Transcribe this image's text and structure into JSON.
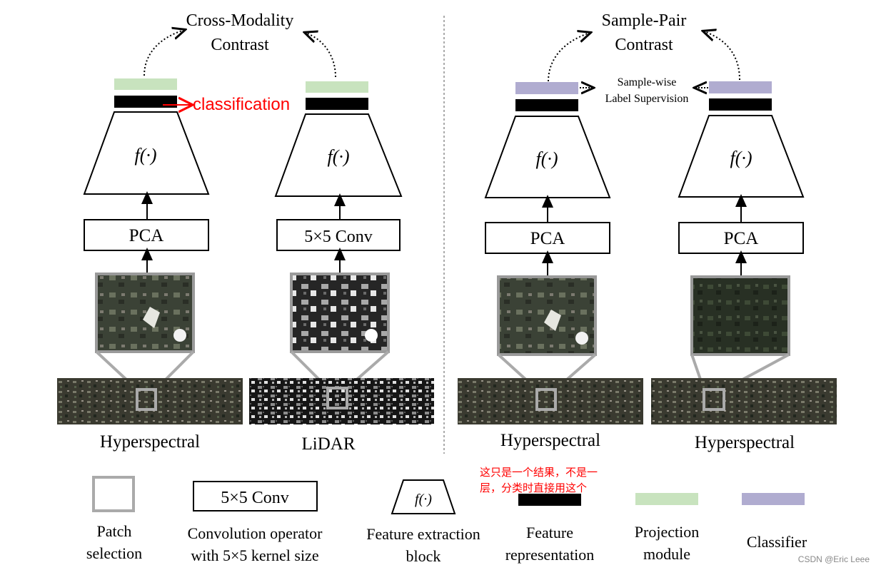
{
  "left_panel": {
    "title_line1": "Cross-Modality",
    "title_line2": "Contrast",
    "classification_annotation": "classification",
    "columns": [
      {
        "encoder_label": "f(·)",
        "preprocess_label": "PCA",
        "source_label": "Hyperspectral",
        "patch": "hyperspectral-patch",
        "strip": "hyperspectral-strip"
      },
      {
        "encoder_label": "f(·)",
        "preprocess_label": "5×5 Conv",
        "source_label": "LiDAR",
        "patch": "lidar-patch",
        "strip": "lidar-strip"
      }
    ]
  },
  "right_panel": {
    "title_line1": "Sample-Pair",
    "title_line2": "Contrast",
    "supervision_line1": "Sample-wise",
    "supervision_line2": "Label Supervision",
    "columns": [
      {
        "encoder_label": "f(·)",
        "preprocess_label": "PCA",
        "source_label": "Hyperspectral",
        "patch": "hyperspectral-patch",
        "strip": "hyperspectral-strip"
      },
      {
        "encoder_label": "f(·)",
        "preprocess_label": "PCA",
        "source_label": "Hyperspectral",
        "patch": "hyperspectral-patch-dark",
        "strip": "hyperspectral-strip"
      }
    ]
  },
  "legend": {
    "patch_selection": [
      "Patch",
      "selection"
    ],
    "conv": {
      "box": "5×5 Conv",
      "caption": [
        "Convolution operator",
        "with 5×5 kernel size"
      ]
    },
    "feature_extraction": {
      "box": "f(·)",
      "caption": [
        "Feature extraction",
        "block"
      ]
    },
    "feature_representation": [
      "Feature",
      "representation"
    ],
    "projection_module": [
      "Projection",
      "module"
    ],
    "classifier": "Classifier"
  },
  "chinese_note": {
    "line1": "这只是一个结果，不是一",
    "line2": "层，分类时直接用这个"
  },
  "watermark": "CSDN @Eric Leee",
  "colors": {
    "projection": "#c8e3be",
    "classifier": "#b0acd0",
    "feature": "#000000",
    "patch_border": "#9a9a9a",
    "annotation_red": "#ff0000"
  }
}
